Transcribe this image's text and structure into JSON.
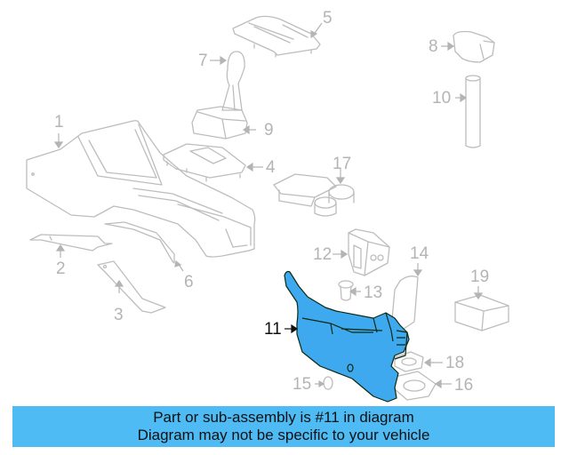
{
  "diagram": {
    "highlighted_part": "11",
    "colors": {
      "highlight": "#3fa9f0",
      "part_outline": "#b8b8b8",
      "highlight_outline": "#0a2a10",
      "banner": "#4fbbf5"
    },
    "callouts": [
      {
        "id": "1",
        "label": "1"
      },
      {
        "id": "2",
        "label": "2"
      },
      {
        "id": "3",
        "label": "3"
      },
      {
        "id": "4",
        "label": "4"
      },
      {
        "id": "5",
        "label": "5"
      },
      {
        "id": "6",
        "label": "6"
      },
      {
        "id": "7",
        "label": "7"
      },
      {
        "id": "8",
        "label": "8"
      },
      {
        "id": "9",
        "label": "9"
      },
      {
        "id": "10",
        "label": "10"
      },
      {
        "id": "11",
        "label": "11"
      },
      {
        "id": "12",
        "label": "12"
      },
      {
        "id": "13",
        "label": "13"
      },
      {
        "id": "14",
        "label": "14"
      },
      {
        "id": "15",
        "label": "15"
      },
      {
        "id": "16",
        "label": "16"
      },
      {
        "id": "17",
        "label": "17"
      },
      {
        "id": "18",
        "label": "18"
      },
      {
        "id": "19",
        "label": "19"
      }
    ]
  },
  "banner": {
    "line1": "Part or sub-assembly is #11 in diagram",
    "line2": "Diagram may not be specific to your vehicle"
  }
}
